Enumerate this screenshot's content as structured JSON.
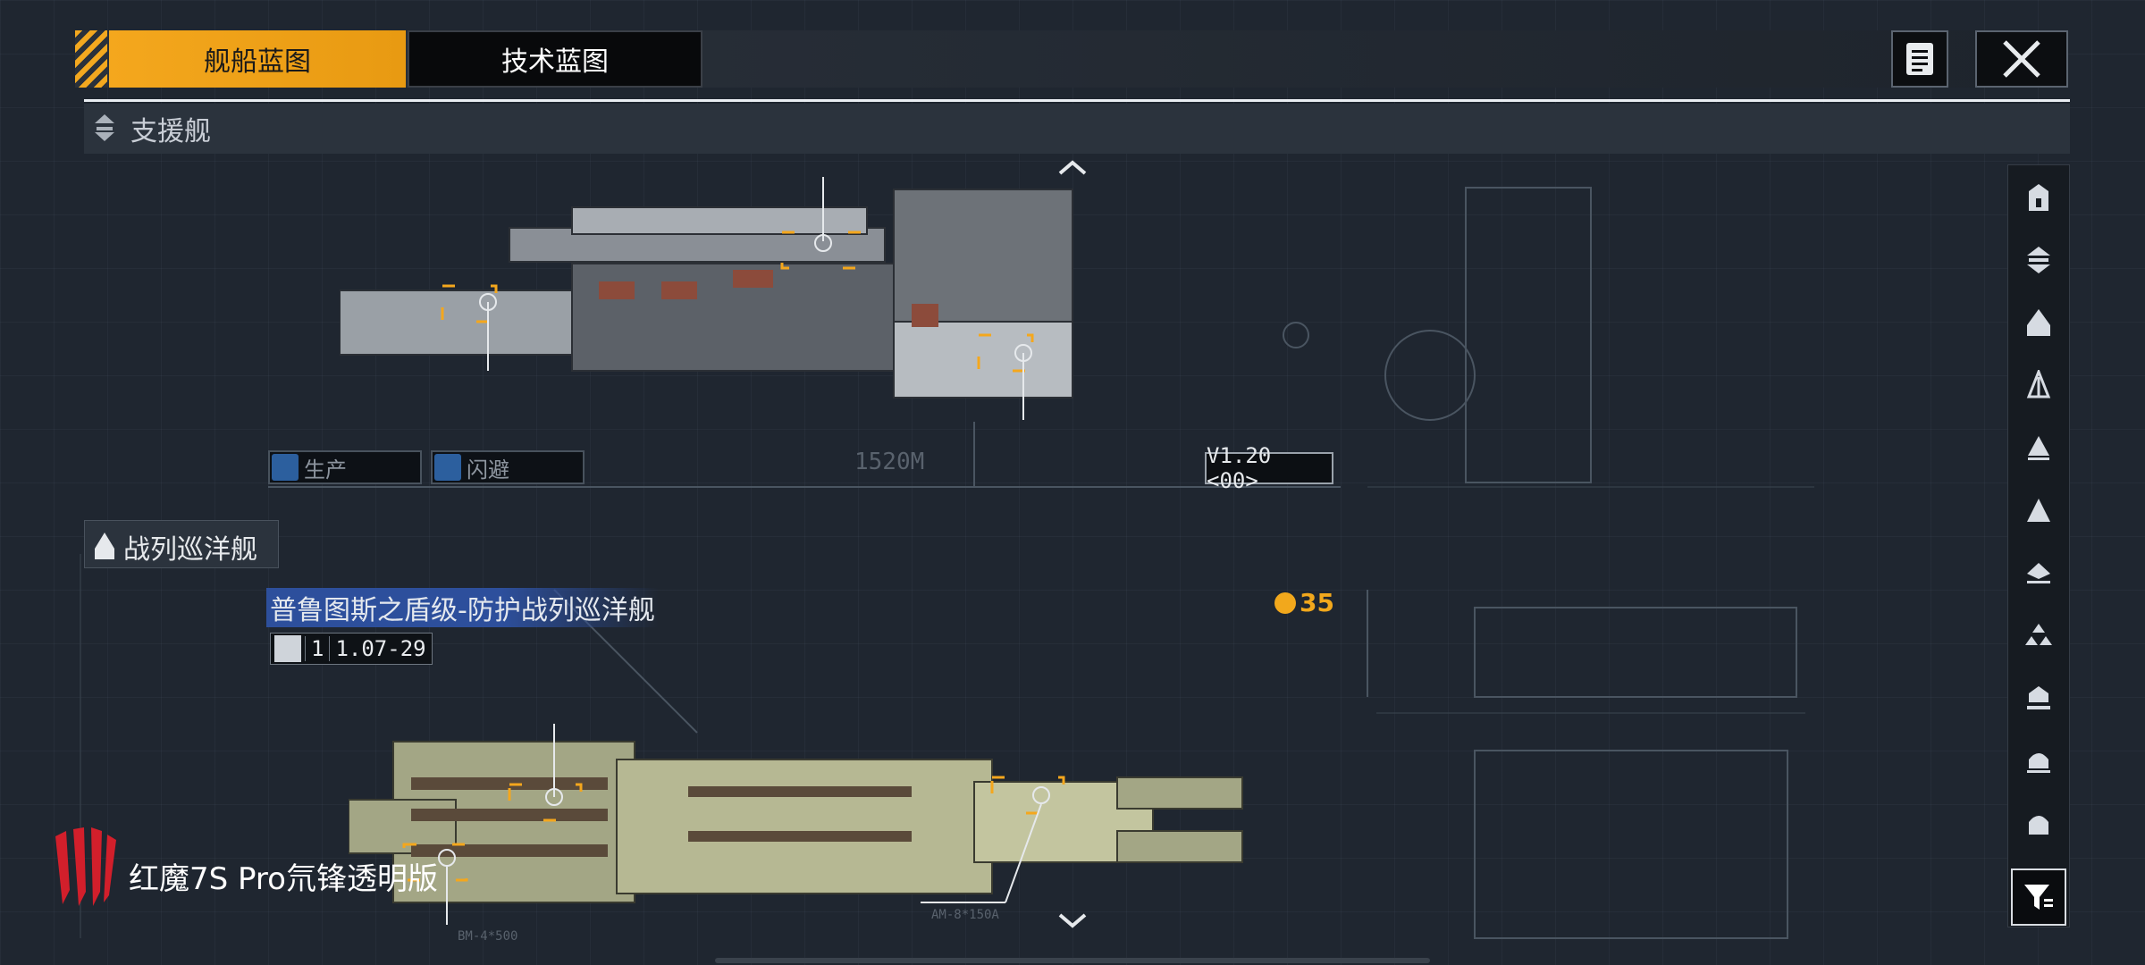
{
  "tabs": [
    {
      "label": "舰船蓝图",
      "active": true
    },
    {
      "label": "技术蓝图",
      "active": false
    }
  ],
  "toolbar": {
    "list_icon": "list-icon",
    "close_icon": "close-icon"
  },
  "section_support": {
    "title": "支援舰"
  },
  "support_ship": {
    "tags": [
      {
        "label": "生产",
        "icon": "production-icon"
      },
      {
        "label": "闪避",
        "icon": "evasion-icon"
      }
    ],
    "length_label": "1520M",
    "version": "V1.20 <00>"
  },
  "section_battlecruiser": {
    "title": "战列巡洋舰"
  },
  "battlecruiser": {
    "name": "普鲁图斯之盾级-防护战列巡洋舰",
    "rank_number": "1",
    "rank_value": "1.07-29",
    "cost": "35",
    "weapon_labels": [
      "BM-4*500",
      "AM-8*150A"
    ]
  },
  "right_toolbar": {
    "icons": [
      "carrier-icon",
      "support-ship-icon",
      "battlecruiser-icon",
      "frigate-icon",
      "destroyer-icon",
      "cruiser-icon",
      "corvette-icon",
      "auxiliary-icon",
      "heavy-ship-icon",
      "dreadnought-icon",
      "capital-icon"
    ],
    "active_icon": "filter-icon"
  },
  "watermark": {
    "brand": "红魔7S Pro氘锋透明版"
  },
  "colors": {
    "accent": "#f4a71d",
    "background": "#1f2630",
    "selection": "#2d4f9c"
  }
}
